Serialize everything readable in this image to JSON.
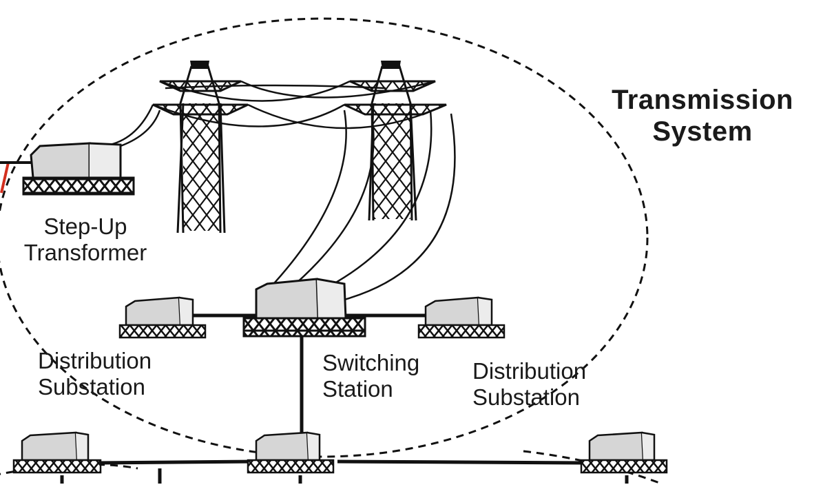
{
  "labels": {
    "system_title_line1": "Transmission",
    "system_title_line2": "System",
    "stepup_line1": "Step-Up",
    "stepup_line2": "Transformer",
    "dist_left_line1": "Distribution",
    "dist_left_line2": "Substation",
    "switching_line1": "Switching",
    "switching_line2": "Station",
    "dist_right_line1": "Distribution",
    "dist_right_line2": "Substation"
  },
  "colors": {
    "line": "#111111",
    "box_fill": "#d6d6d6",
    "box_light": "#ececec",
    "accent_red": "#d32f1e"
  },
  "icons": [
    "transmission-tower",
    "transformer-unit",
    "substation-unit"
  ]
}
